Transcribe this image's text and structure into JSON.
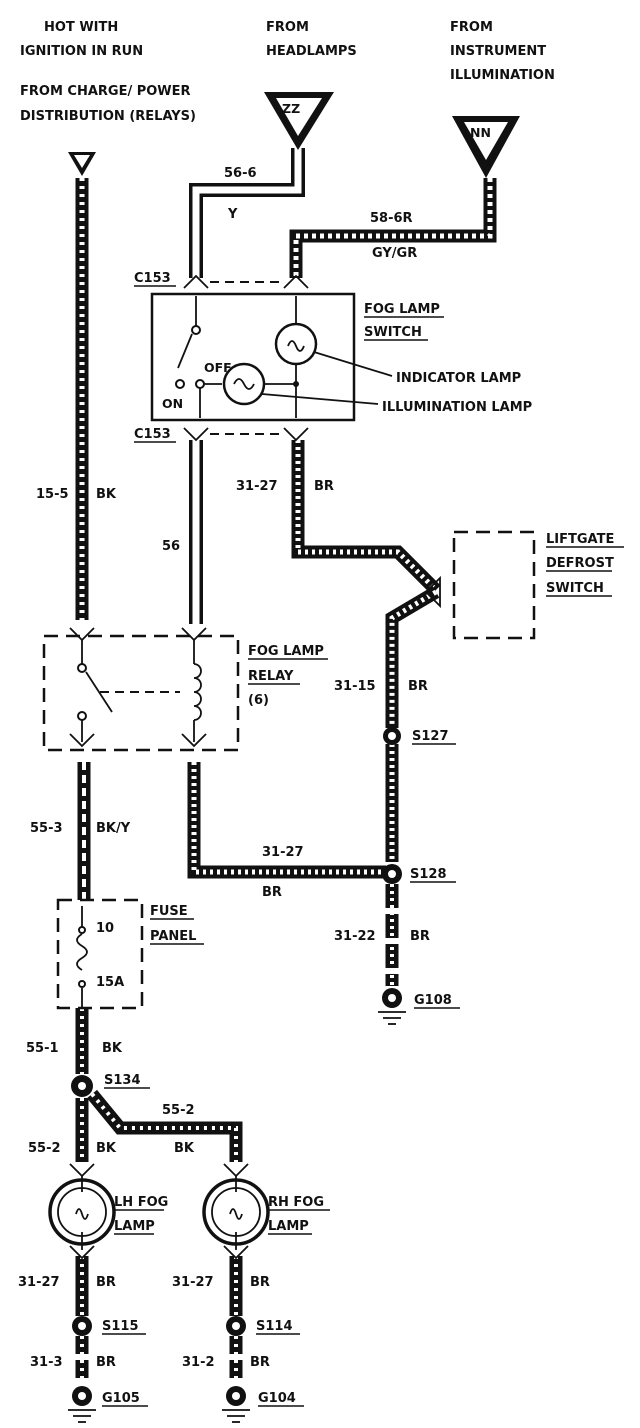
{
  "sources": {
    "ignition_line1": "HOT WITH",
    "ignition_line2": "IGNITION IN RUN",
    "charge_line1": "FROM CHARGE/ POWER",
    "charge_line2": "DISTRIBUTION (RELAYS)",
    "headlamps_line1": "FROM",
    "headlamps_line2": "HEADLAMPS",
    "instrument_line1": "FROM",
    "instrument_line2": "INSTRUMENT",
    "instrument_line3": "ILLUMINATION"
  },
  "connectors": {
    "c153_top": "C153",
    "c153_bottom": "C153"
  },
  "components": {
    "fog_switch_line1": "FOG LAMP",
    "fog_switch_line2": "SWITCH",
    "indicator_lamp": "INDICATOR LAMP",
    "illumination_lamp": "ILLUMINATION LAMP",
    "switch_off": "OFF",
    "switch_on": "ON",
    "liftgate_line1": "LIFTGATE",
    "liftgate_line2": "DEFROST",
    "liftgate_line3": "SWITCH",
    "relay_line1": "FOG LAMP",
    "relay_line2": "RELAY",
    "relay_line3": "(6)",
    "fuse_line1": "FUSE",
    "fuse_line2": "PANEL",
    "fuse_number": "10",
    "fuse_rating": "15A",
    "lh_lamp_line1": "LH FOG",
    "lh_lamp_line2": "LAMP",
    "rh_lamp_line1": "RH FOG",
    "rh_lamp_line2": "LAMP"
  },
  "wires": {
    "w_56_6": "56-6",
    "w_y": "Y",
    "w_58_6r": "58-6R",
    "w_gygr": "GY/GR",
    "w_15_5": "15-5",
    "w_bk_1": "BK",
    "w_31_27_a": "31-27",
    "w_br_a": "BR",
    "w_56": "56",
    "w_31_15": "31-15",
    "w_br_b": "BR",
    "w_55_3": "55-3",
    "w_bky": "BK/Y",
    "w_31_27_b": "31-27",
    "w_br_c": "BR",
    "w_31_22": "31-22",
    "w_br_d": "BR",
    "w_55_1": "55-1",
    "w_bk_2": "BK",
    "w_55_2_a": "55-2",
    "w_bk_3": "BK",
    "w_55_2_b": "55-2",
    "w_bk_4": "BK",
    "w_31_27_c": "31-27",
    "w_br_e": "BR",
    "w_31_27_d": "31-27",
    "w_br_f": "BR",
    "w_31_3": "31-3",
    "w_br_g": "BR",
    "w_31_2": "31-2",
    "w_br_h": "BR"
  },
  "splices": {
    "s127": "S127",
    "s128": "S128",
    "s134": "S134",
    "s115": "S115",
    "s114": "S114"
  },
  "grounds": {
    "g108": "G108",
    "g105": "G105",
    "g104": "G104"
  },
  "colors": {
    "ink": "#111111",
    "paper": "#ffffff"
  }
}
